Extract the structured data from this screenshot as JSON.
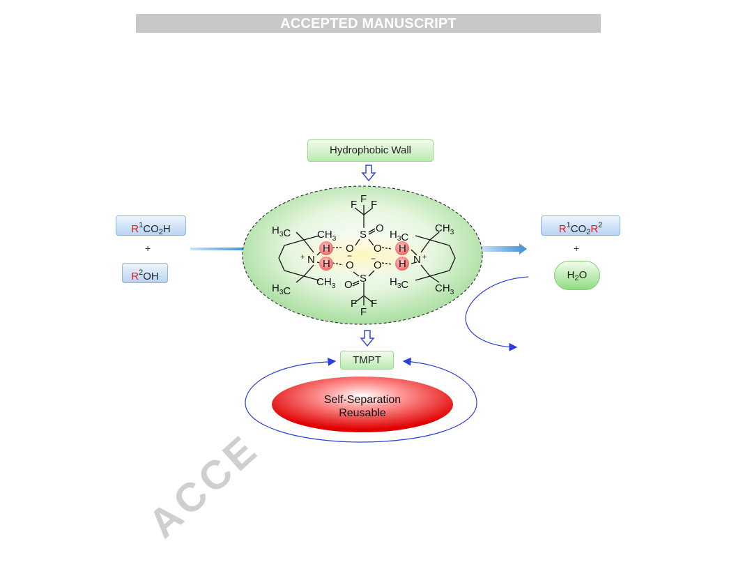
{
  "header": {
    "banner": "ACCEPTED MANUSCRIPT"
  },
  "labels": {
    "hydrophobic_wall": "Hydrophobic Wall",
    "tmpt": "TMPT",
    "self_separation": "Self-Separation",
    "reusable": "Reusable",
    "plus": "+",
    "plus2": "+"
  },
  "reactants": {
    "acid": {
      "r": "R",
      "sup": "1",
      "rest": "CO",
      "sub": "2",
      "tail": "H"
    },
    "alcohol": {
      "r": "R",
      "sup": "2",
      "rest": "OH"
    }
  },
  "products": {
    "ester": {
      "r": "R",
      "sup": "1",
      "mid": "CO",
      "sub": "2",
      "r2": "R",
      "sup2": "2"
    },
    "water": {
      "h": "H",
      "sub": "2",
      "o": "O"
    }
  },
  "molecule": {
    "F": "F",
    "S": "S",
    "O": "O",
    "N": "N",
    "H": "H",
    "H3C": "H3C",
    "CH3": "CH3",
    "minus": "−",
    "plus": "+"
  },
  "watermark": "ACCE",
  "colors": {
    "reactant_label_red": "#e01a1a",
    "green_box": "#b9ebb0",
    "blue_box": "#b8d4f1",
    "arrow_blue": "#2b3de0",
    "ellipse_green": "#a9dea0",
    "separation_red": "#e00000"
  }
}
